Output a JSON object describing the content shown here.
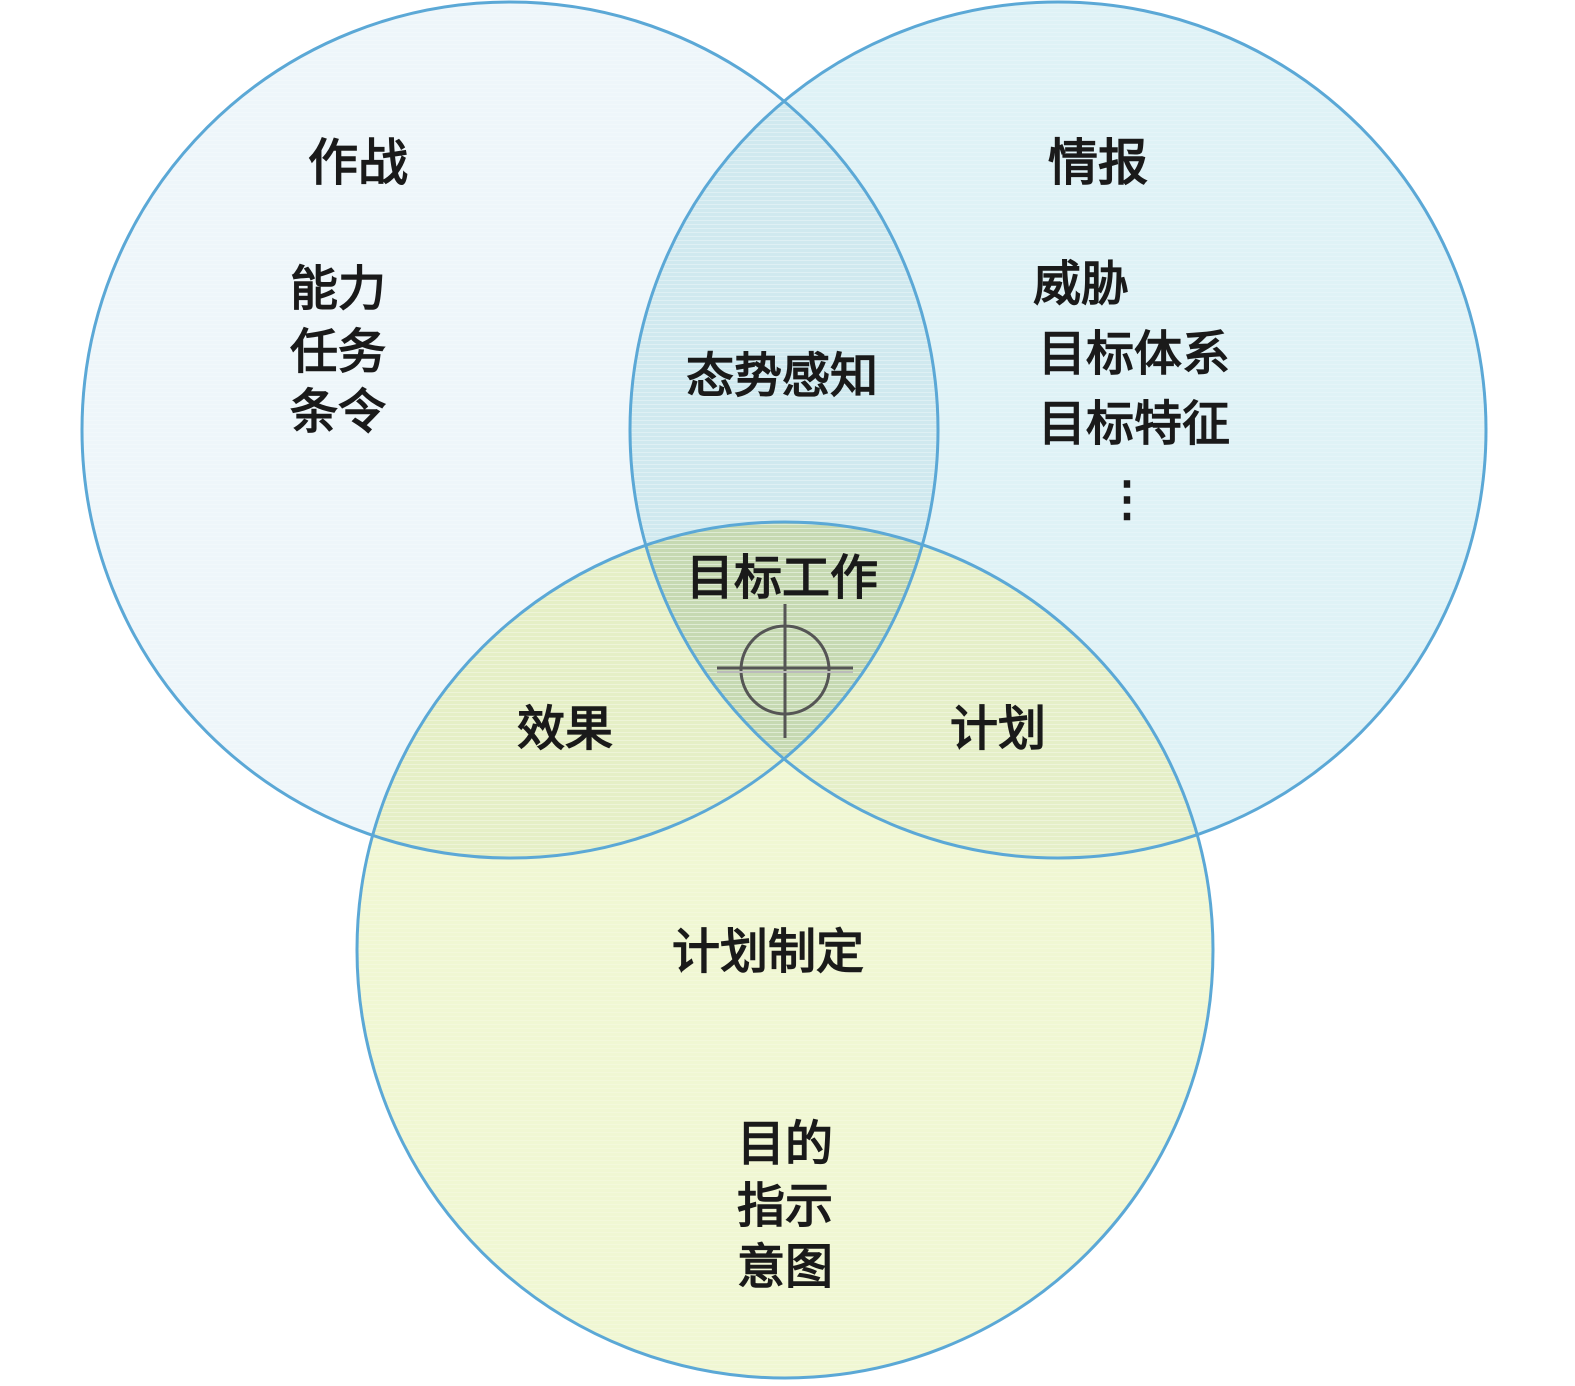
{
  "colors": {
    "circle_stroke": "#5ba8d6",
    "operations_fill": "#eef6fa",
    "intelligence_fill": "#dff2f6",
    "planning_fill": "#eff6cf",
    "target_symbol": "#555555"
  },
  "operations": {
    "title": "作战",
    "items": [
      "能力",
      "任务",
      "条令"
    ]
  },
  "intelligence": {
    "title": "情报",
    "items": [
      "威胁",
      "目标体系",
      "目标特征"
    ],
    "more": "⋮"
  },
  "planning": {
    "title": "计划制定",
    "items": [
      "目的",
      "指示",
      "意图"
    ]
  },
  "overlaps": {
    "operations_intelligence": "态势感知",
    "operations_planning": "效果",
    "intelligence_planning": "计划",
    "center": "目标工作"
  },
  "icons": {
    "center": "crosshair-icon"
  }
}
